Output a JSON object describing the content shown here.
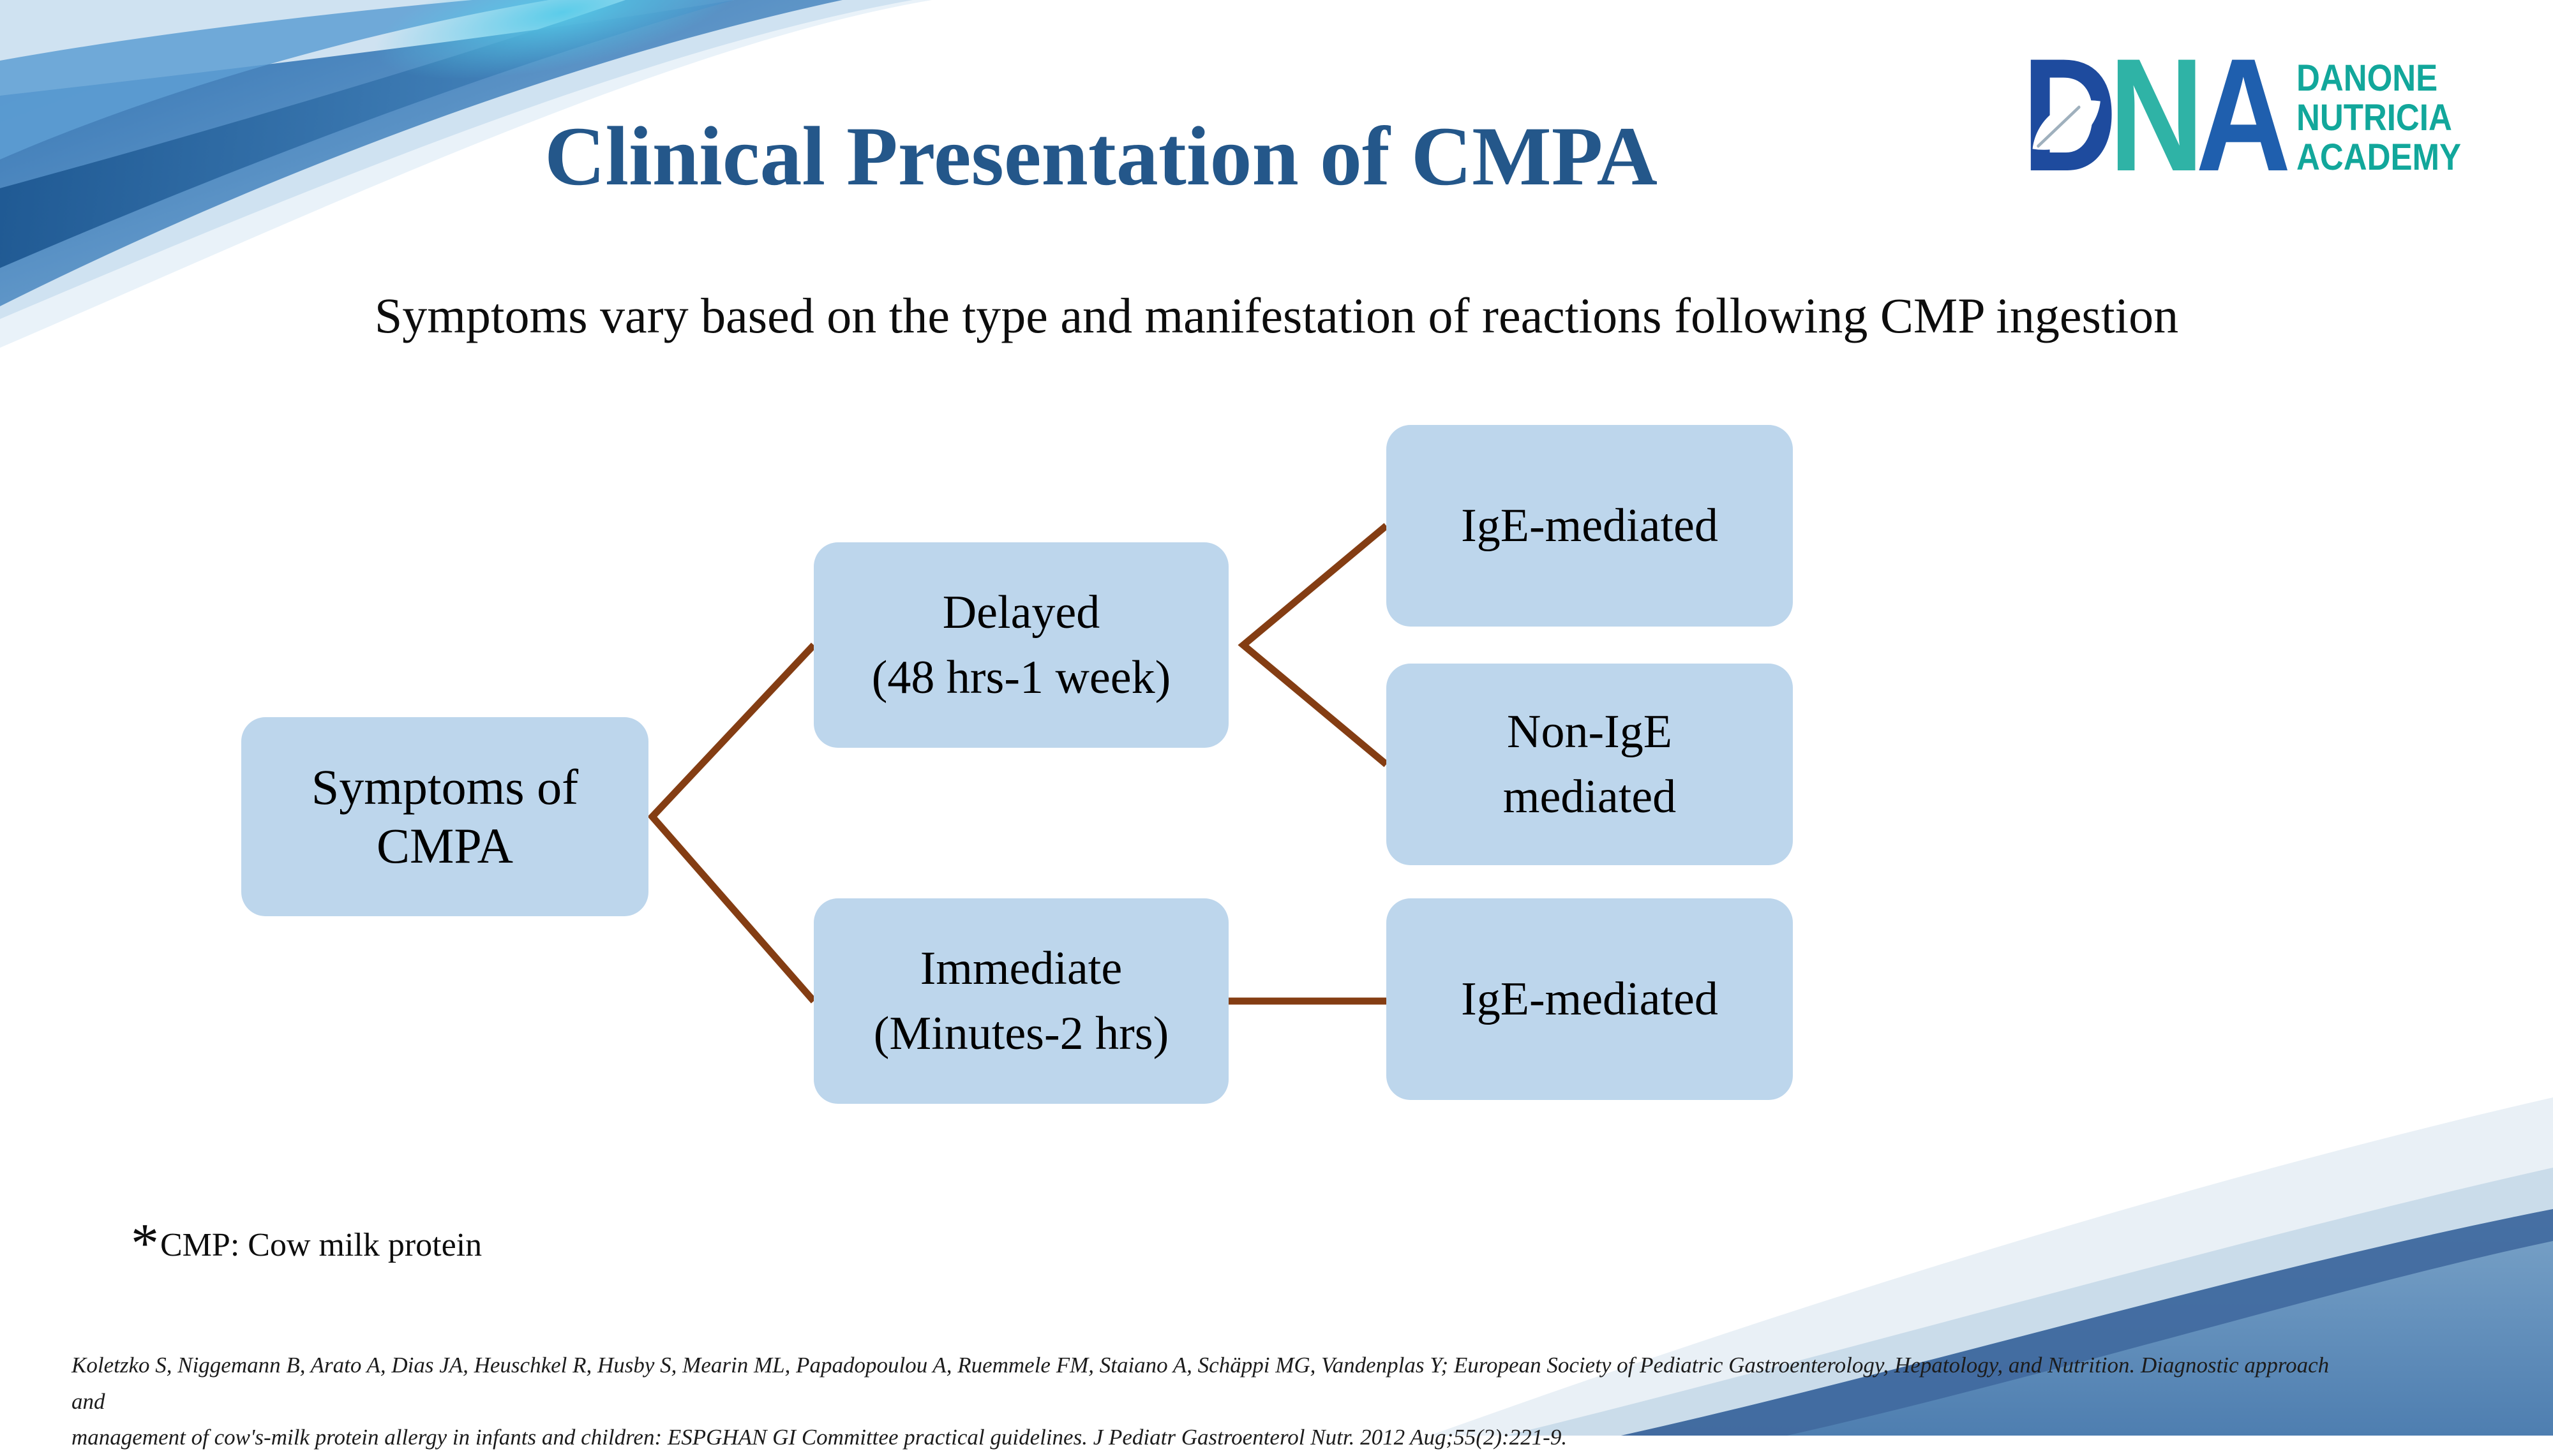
{
  "colors": {
    "title_blue": "#24578A",
    "box_fill": "#BDD6EC",
    "connector_brown": "#843D13",
    "logo_d": "#1E4B9E",
    "logo_n": "#2FB3A6",
    "logo_a": "#1F5FAE",
    "logo_text": "#12A79B"
  },
  "logo": {
    "letter_d": "D",
    "letter_n": "N",
    "letter_a": "A",
    "org_line1": "DANONE",
    "org_line2": "NUTRICIA",
    "org_line3": "ACADEMY"
  },
  "decorations": {
    "top_left": "blue-wave",
    "bottom_right": "blue-wave",
    "logo_leaf": "leaf"
  },
  "slide": {
    "title": "Clinical Presentation of CMPA",
    "subtitle": "Symptoms vary based on the type and manifestation of reactions following CMP ingestion",
    "footnote_star": "*",
    "footnote_text": "CMP: Cow milk protein",
    "citation_line1": "Koletzko S, Niggemann B, Arato A, Dias JA, Heuschkel R, Husby S, Mearin ML, Papadopoulou A, Ruemmele FM, Staiano A, Schäppi MG, Vandenplas Y; European Society of Pediatric Gastroenterology, Hepatology, and Nutrition. Diagnostic approach and",
    "citation_line2": "management of cow's-milk protein allergy in infants and children: ESPGHAN GI Committee practical guidelines. J Pediatr Gastroenterol Nutr. 2012 Aug;55(2):221-9."
  },
  "diagram": {
    "nodes": {
      "symptoms": {
        "line1": "Symptoms of",
        "line2": "CMPA"
      },
      "delayed": {
        "line1": "Delayed",
        "line2": "(48 hrs-1 week)"
      },
      "immediate": {
        "line1": "Immediate",
        "line2": "(Minutes-2 hrs)"
      },
      "ige_delayed": {
        "line1": "IgE-mediated"
      },
      "non_ige_delayed": {
        "line1": "Non-IgE",
        "line2": "mediated"
      },
      "ige_immediate": {
        "line1": "IgE-mediated"
      }
    }
  }
}
